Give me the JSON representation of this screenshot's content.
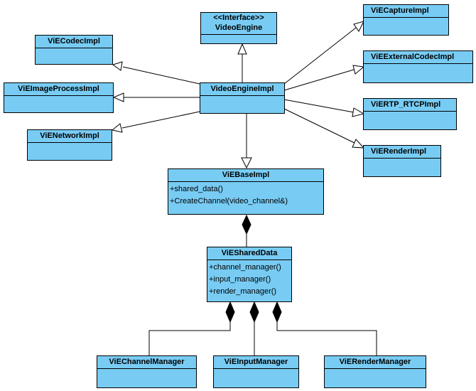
{
  "classes": {
    "videoengine": {
      "stereotype": "<<Interface>>",
      "name": "VideoEngine"
    },
    "codec": {
      "name": "ViECodecImpl"
    },
    "imageprocess": {
      "name": "ViEImageProcessImpl"
    },
    "network": {
      "name": "ViENetworkImpl"
    },
    "capture": {
      "name": "ViECaptureImpl"
    },
    "externalcodec": {
      "name": "ViEExternalCodecImpl"
    },
    "rtp": {
      "name": "ViERTP_RTCPImpl"
    },
    "render": {
      "name": "ViERenderImpl"
    },
    "videoengineimpl": {
      "name": "VideoEngineImpl"
    },
    "baseimpl": {
      "name": "ViEBaseImpl",
      "methods": [
        "+shared_data()",
        "+CreateChannel(video_channel&)"
      ]
    },
    "shareddata": {
      "name": "ViESharedData",
      "methods": [
        "+channel_manager()",
        "+input_manager()",
        "+render_manager()"
      ]
    },
    "channelmanager": {
      "name": "ViEChannelManager"
    },
    "inputmanager": {
      "name": "ViEInputManager"
    },
    "rendermanager": {
      "name": "ViERenderManager"
    }
  },
  "colors": {
    "class_fill": "#78ccf4",
    "line": "#000000"
  }
}
